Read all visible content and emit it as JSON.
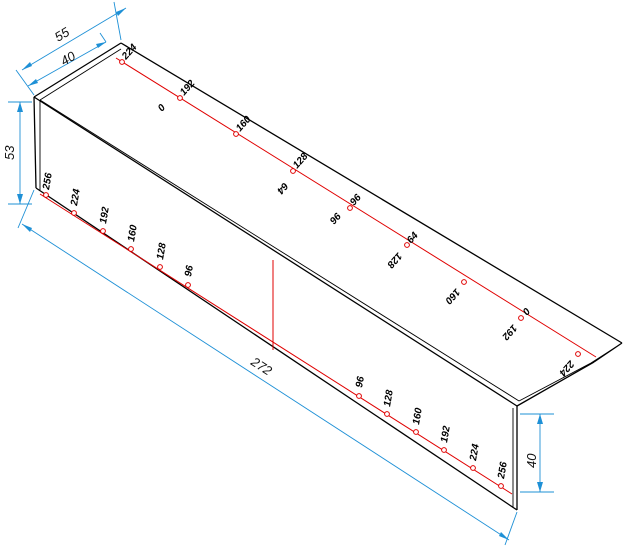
{
  "dimensions": {
    "width_55": "55",
    "width_40_top": "40",
    "height_53": "53",
    "length_272": "272",
    "flange_40": "40"
  },
  "front_labels": [
    "256",
    "224",
    "192",
    "160",
    "128",
    "96"
  ],
  "front_labels_right": [
    "96",
    "128",
    "160",
    "192",
    "224",
    "256"
  ],
  "top_labels_upper": [
    "224",
    "192",
    "160",
    "128",
    "96",
    "64",
    "0"
  ],
  "top_labels_lower": [
    "0",
    "64",
    "96",
    "128",
    "160",
    "192",
    "224"
  ],
  "colors": {
    "outline": "#000000",
    "hole_line": "#e00000",
    "dimension": "#1e90d6"
  }
}
